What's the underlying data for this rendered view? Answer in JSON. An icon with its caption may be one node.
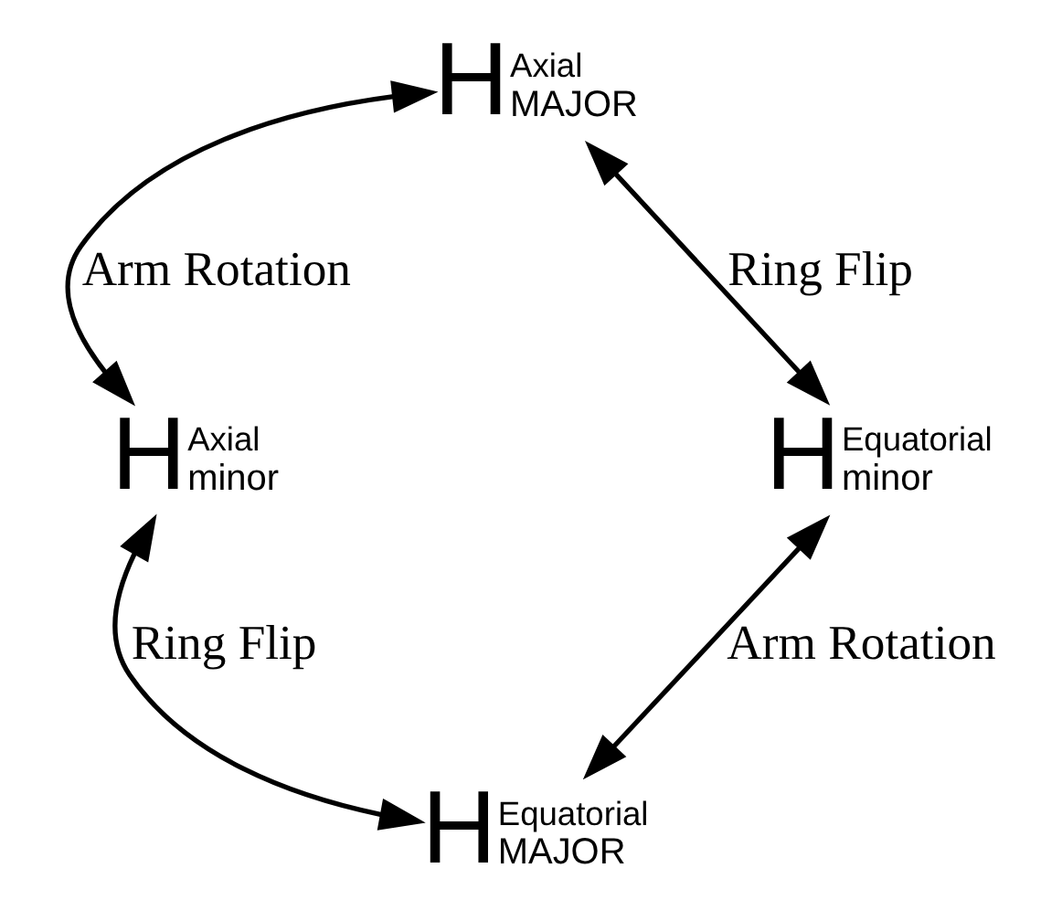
{
  "diagram": {
    "nodes": [
      {
        "text": [
          "H",
          "Axial",
          "MAJOR"
        ]
      },
      {
        "text": [
          "H",
          "Axial",
          "minor"
        ]
      },
      {
        "text": [
          "H",
          "Equatorial",
          "minor"
        ]
      },
      {
        "text": [
          "H",
          "Equatorial",
          "MAJOR"
        ]
      }
    ],
    "edges": [
      {
        "from": 0,
        "to": 1,
        "arrow": "both",
        "label": "Arm Rotation"
      },
      {
        "from": 0,
        "to": 2,
        "arrow": "both",
        "label": "Ring Flip"
      },
      {
        "from": 1,
        "to": 3,
        "arrow": "both",
        "label": "Ring Flip"
      },
      {
        "from": 2,
        "to": 3,
        "arrow": "both",
        "label": "Arm Rotation"
      }
    ]
  }
}
